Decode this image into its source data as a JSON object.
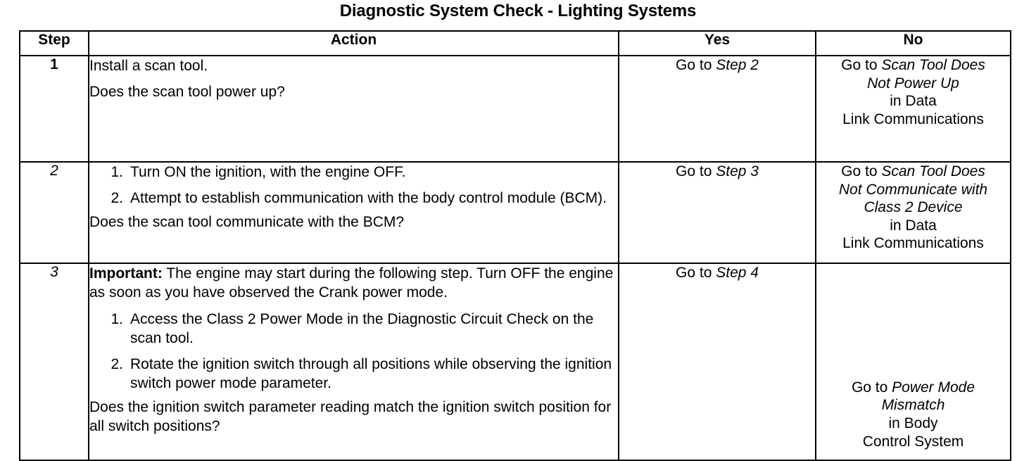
{
  "document": {
    "title": "Diagnostic System Check - Lighting Systems"
  },
  "table": {
    "headers": {
      "step": "Step",
      "action": "Action",
      "yes": "Yes",
      "no": "No"
    },
    "rows": [
      {
        "step": "1",
        "step_style": "bold",
        "action": {
          "lead_label": "",
          "lead_text": "Install a scan tool.",
          "list": [],
          "question": "Does the scan tool power up?"
        },
        "yes": {
          "prefix": "Go to ",
          "ref": "Step 2",
          "tail_lines": []
        },
        "no": {
          "prefix": "Go to ",
          "ref_lines": [
            "Scan Tool Does",
            "Not Power Up"
          ],
          "tail_lines": [
            "in Data",
            "Link Communications"
          ]
        }
      },
      {
        "step": "2",
        "step_style": "italic",
        "action": {
          "lead_label": "",
          "lead_text": "",
          "list": [
            "Turn ON the ignition, with the engine OFF.",
            "Attempt to establish communication with the body control module (BCM)."
          ],
          "question": "Does the scan tool communicate with the BCM?"
        },
        "yes": {
          "prefix": "Go to ",
          "ref": "Step 3",
          "tail_lines": []
        },
        "no": {
          "prefix": "Go to ",
          "ref_lines": [
            "Scan Tool Does",
            "Not Communicate with",
            "Class 2 Device"
          ],
          "tail_lines": [
            "in Data",
            "Link Communications"
          ]
        }
      },
      {
        "step": "3",
        "step_style": "italic",
        "action": {
          "lead_label": "Important:",
          "lead_text": " The engine may start during the following step. Turn OFF the engine as soon as you have observed the Crank power mode.",
          "list": [
            "Access the Class 2 Power Mode in the Diagnostic Circuit Check on the scan tool.",
            "Rotate the ignition switch through all positions while observing the ignition switch power mode parameter."
          ],
          "question": "Does the ignition switch parameter reading match the ignition switch position for all switch positions?"
        },
        "yes": {
          "prefix": "Go to ",
          "ref": "Step 4",
          "tail_lines": []
        },
        "no": {
          "prefix": "Go to ",
          "ref_lines": [
            "Power Mode",
            "Mismatch"
          ],
          "tail_lines": [
            "in Body",
            "Control System"
          ]
        }
      }
    ]
  }
}
